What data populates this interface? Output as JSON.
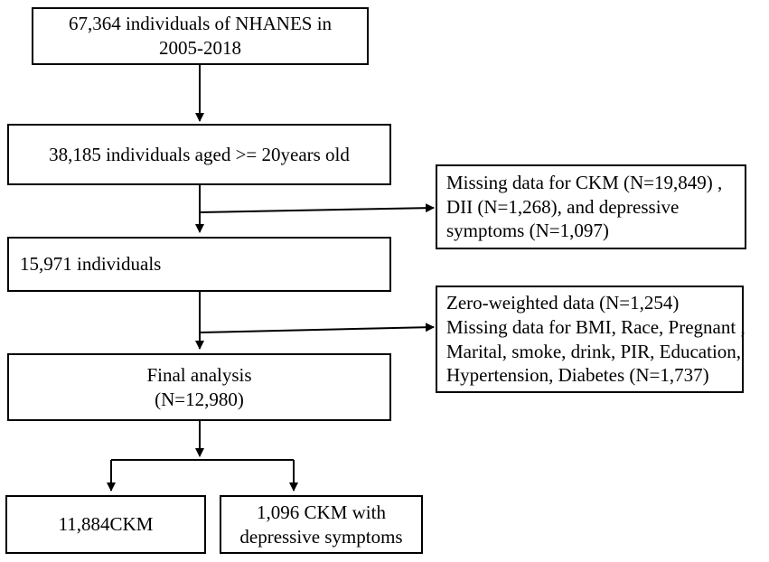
{
  "flowchart": {
    "box_start": {
      "lines": [
        "67,364 individuals of  NHANES in",
        "2005-2018"
      ]
    },
    "box_age": {
      "lines": [
        "38,185 individuals aged >= 20years old"
      ]
    },
    "box_exclude1": {
      "lines": [
        "Missing data for CKM (N=19,849) ,",
        "DII (N=1,268), and depressive",
        "symptoms (N=1,097)"
      ]
    },
    "box_15971": {
      "lines": [
        "15,971 individuals"
      ]
    },
    "box_exclude2": {
      "lines": [
        "Zero-weighted data (N=1,254)",
        "Missing data for BMI, Race, Pregnant ,",
        "Marital, smoke, drink, PIR, Education,",
        "Hypertension, Diabetes (N=1,737)"
      ]
    },
    "box_final": {
      "lines": [
        "Final analysis",
        "(N=12,980)"
      ]
    },
    "box_ckm": {
      "lines": [
        "11,884CKM"
      ]
    },
    "box_ckm_dep": {
      "lines": [
        "1,096 CKM with",
        "depressive symptoms"
      ]
    }
  }
}
